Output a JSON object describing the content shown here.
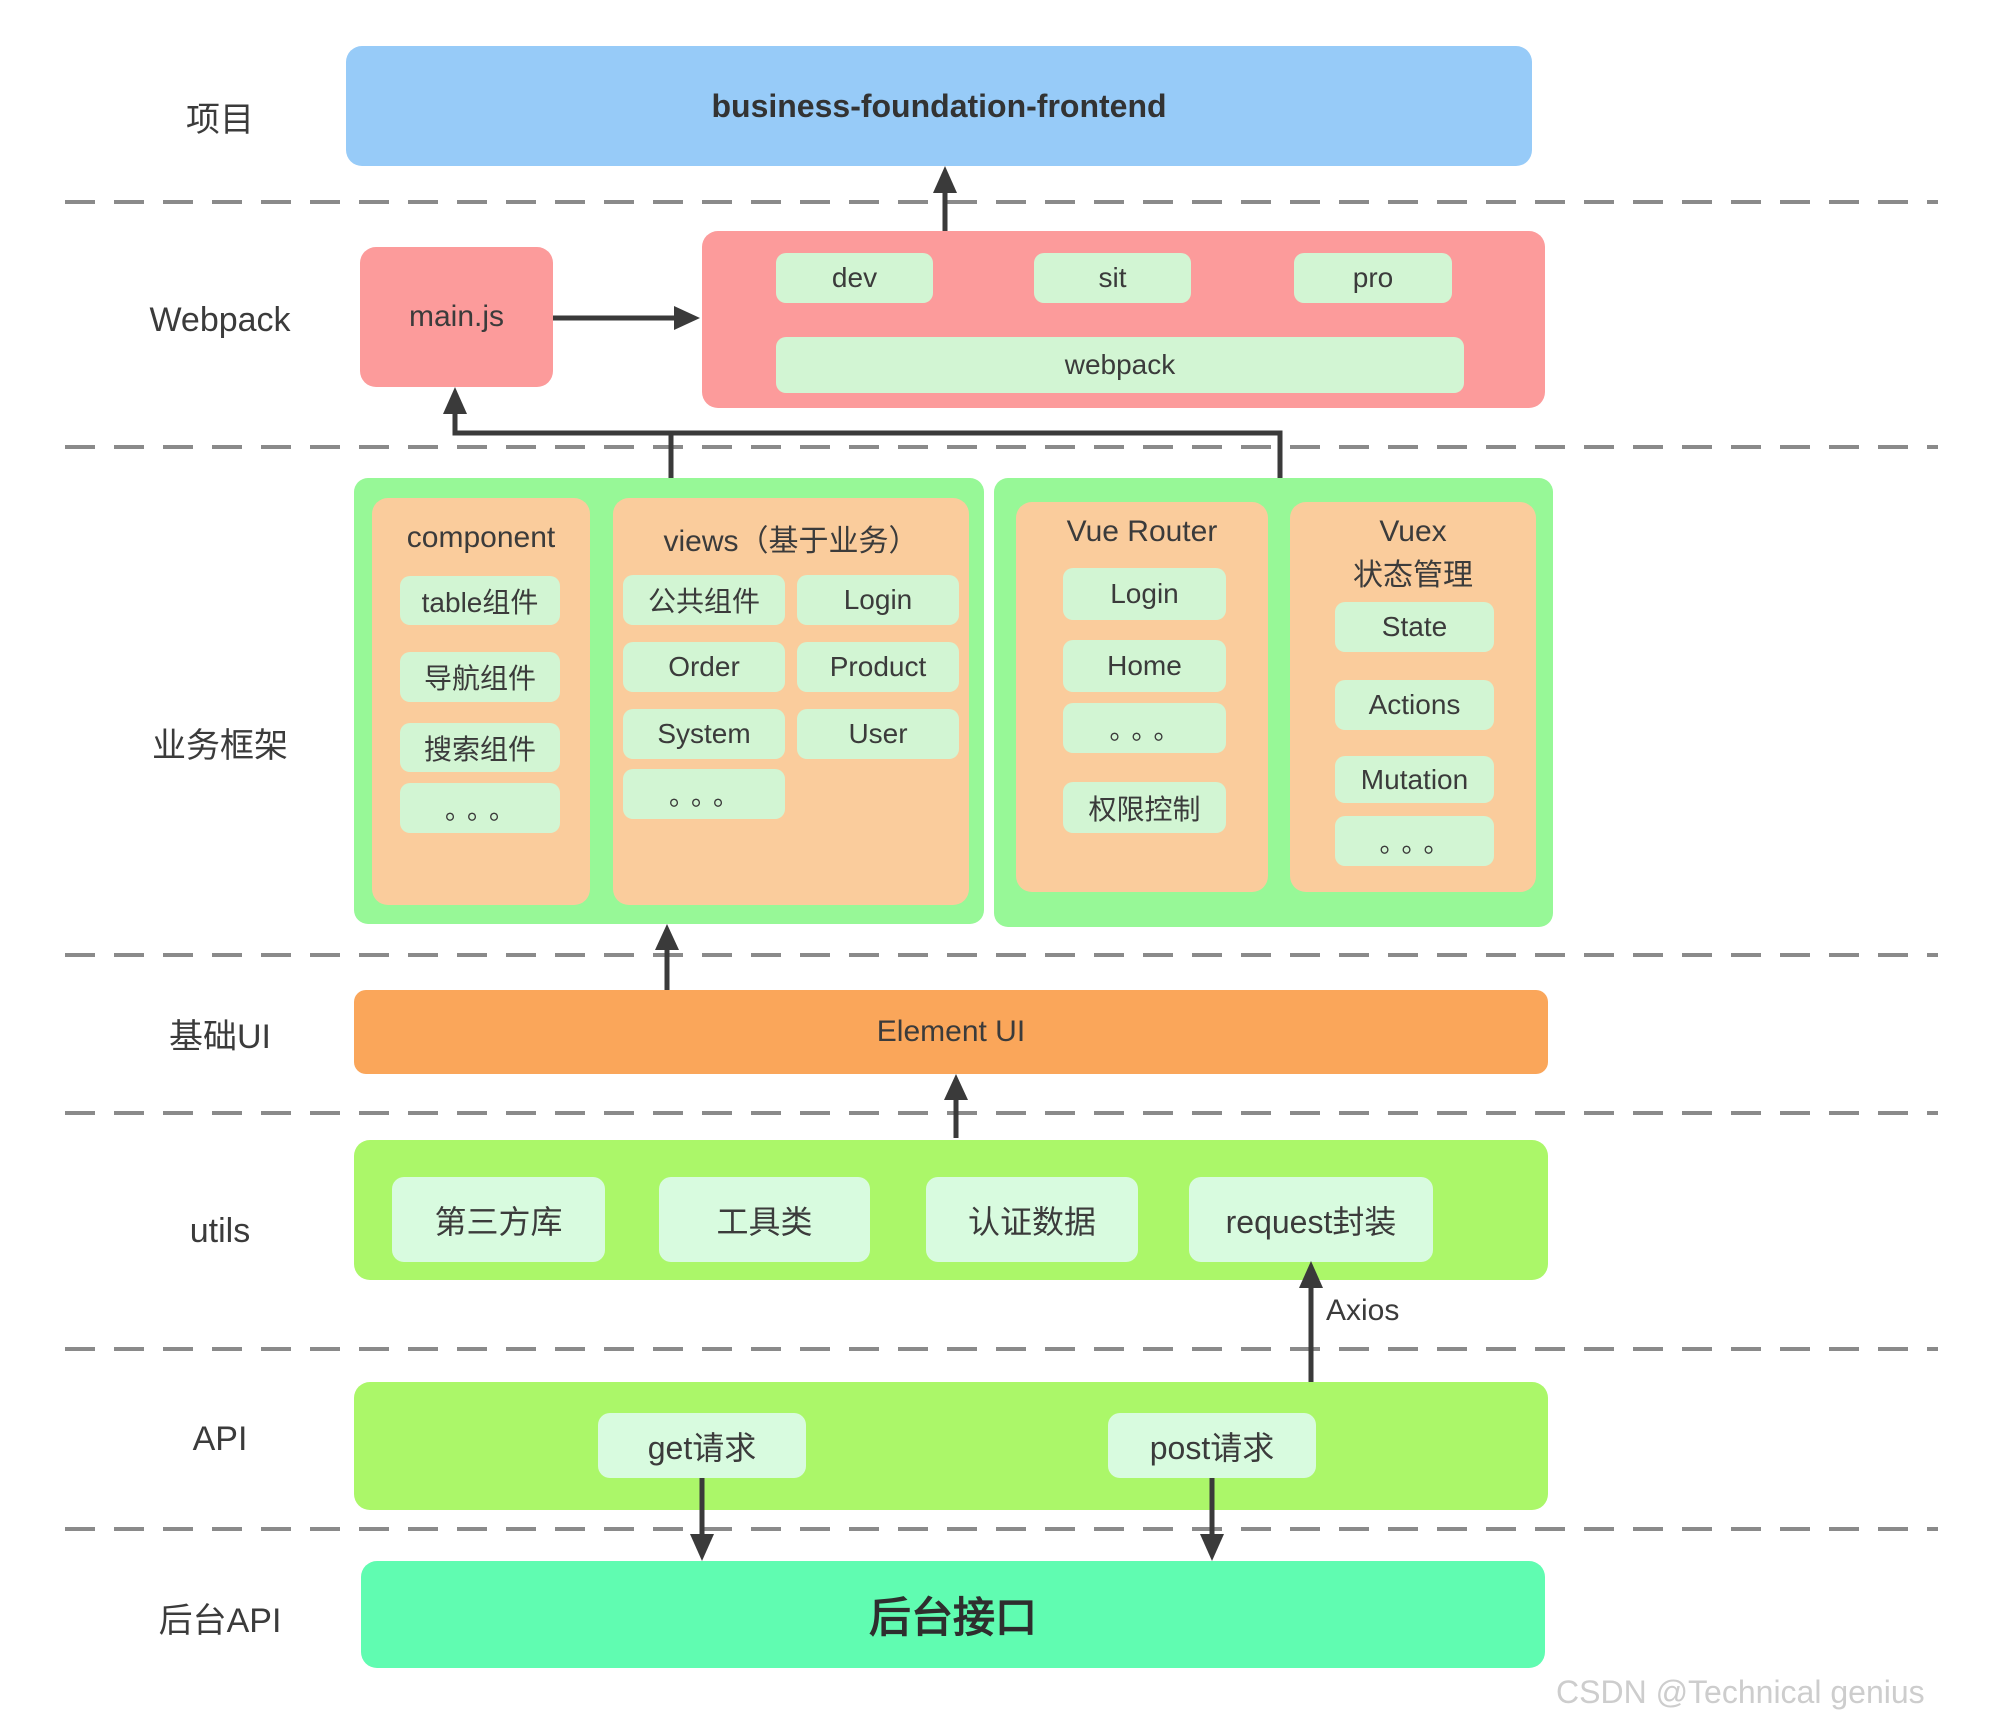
{
  "colors": {
    "project_blue": "#97CBF8",
    "webpack_salmon": "#FC9B9B",
    "framework_green": "#97F897",
    "panel_orange": "#FACC9C",
    "pill_green": "#D2F5D3",
    "pill_pale_green": "#D8FBDF",
    "element_ui_orange": "#FAA65A",
    "utils_api_lime": "#ABF769",
    "backend_teal": "#60FCB1",
    "connector_dark": "#3A3A3A",
    "dashed_divider_gray": "#8A8A8A",
    "watermark_gray": "#CDCDCD"
  },
  "row_labels": {
    "project": "项目",
    "webpack": "Webpack",
    "framework": "业务框架",
    "base_ui": "基础UI",
    "utils": "utils",
    "api": "API",
    "backend": "后台API"
  },
  "project": {
    "title": "business-foundation-frontend"
  },
  "webpack": {
    "main_js": "main.js",
    "envs": [
      "dev",
      "sit",
      "pro"
    ],
    "bundler": "webpack"
  },
  "framework": {
    "component": {
      "title": "component",
      "items": [
        "table组件",
        "导航组件",
        "搜索组件",
        "。。。"
      ]
    },
    "views": {
      "title": "views（基于业务）",
      "col1": [
        "公共组件",
        "Order",
        "System",
        "。。。"
      ],
      "col2": [
        "Login",
        "Product",
        "User"
      ]
    },
    "router": {
      "title": "Vue Router",
      "items": [
        "Login",
        "Home",
        "。。。",
        "权限控制"
      ]
    },
    "vuex": {
      "title_line1": "Vuex",
      "title_line2": "状态管理",
      "items": [
        "State",
        "Actions",
        "Mutation",
        "。。。"
      ]
    }
  },
  "base_ui": {
    "title": "Element UI"
  },
  "utils": {
    "items": [
      "第三方库",
      "工具类",
      "认证数据",
      "request封装"
    ],
    "axios_label": "Axios"
  },
  "api": {
    "get_item": "get请求",
    "post_item": "post请求"
  },
  "backend": {
    "title": "后台接口"
  },
  "watermark": "CSDN @Technical genius"
}
